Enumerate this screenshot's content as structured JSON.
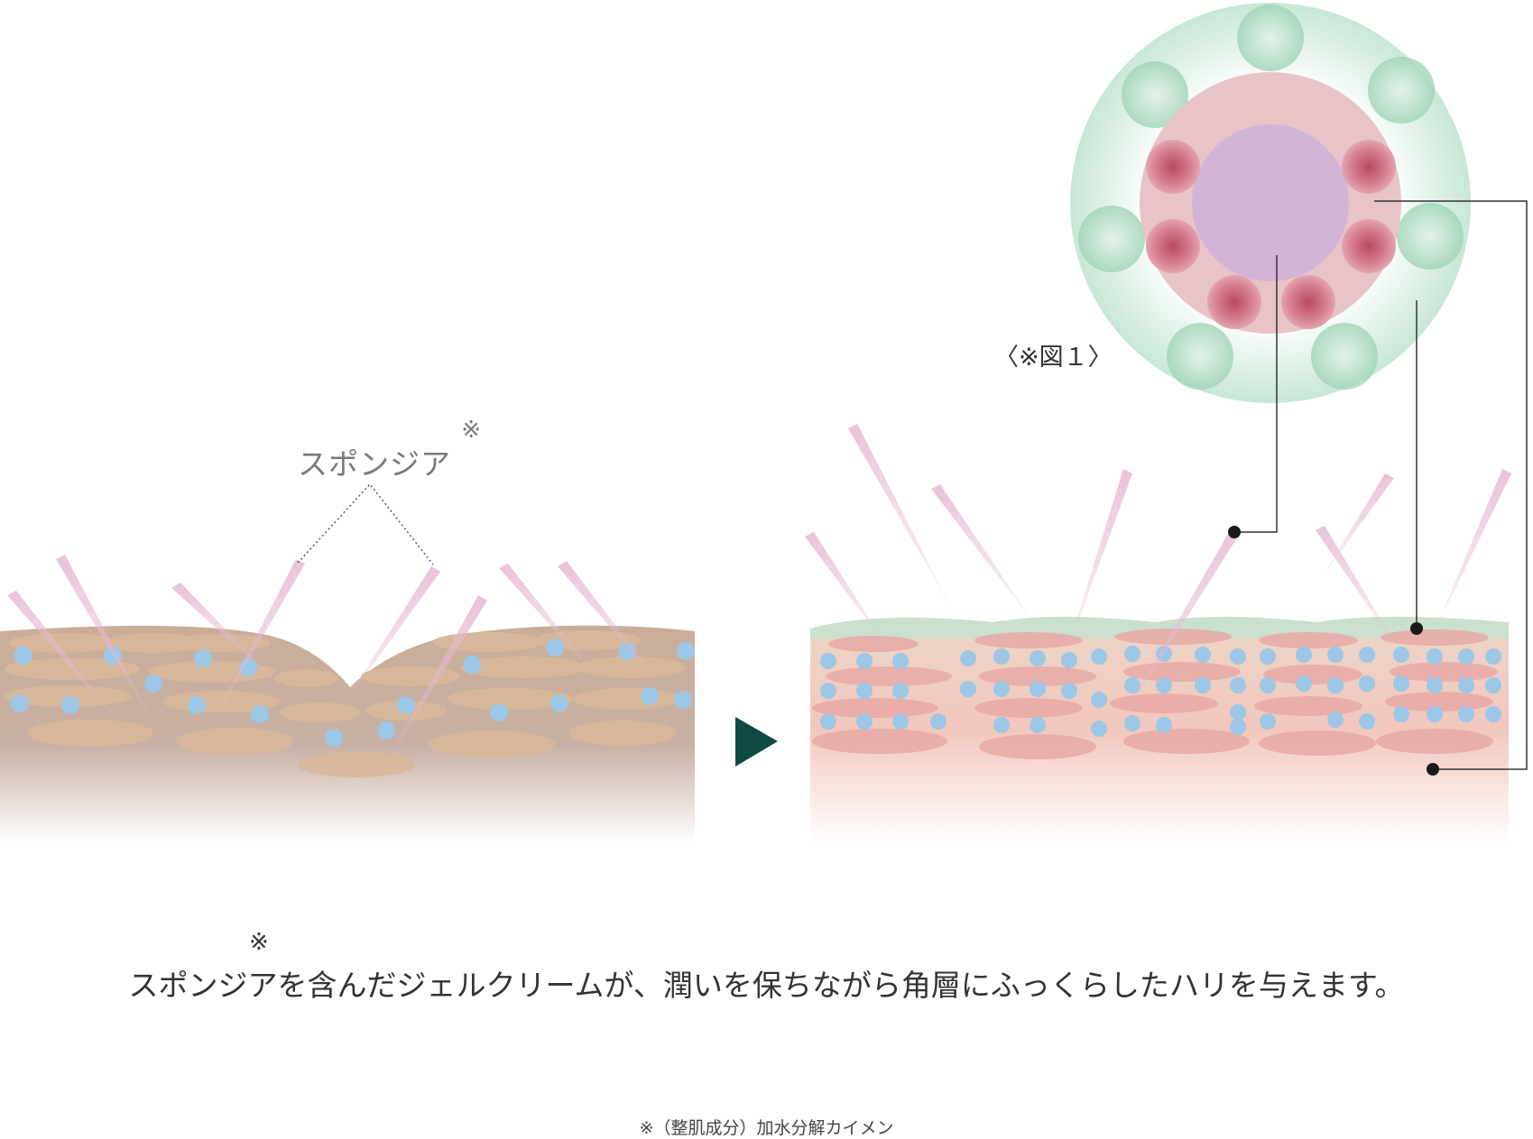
{
  "labels": {
    "sponge": "スポンジア",
    "sponge_mark": "※",
    "figure": "〈※図１〉",
    "caption_mark": "※",
    "caption": "スポンジアを含んだジェルクリームが、潤いを保ちながら角層にふっくらしたハリを与えます。",
    "footnote": "※（整肌成分）加水分解カイメン"
  },
  "colors": {
    "skin_before": "#c9b09c",
    "cell_before": "#d9b899",
    "skin_after": "#f0c8bc",
    "cell_after": "#e8aaa6",
    "dot": "#9cc7e6",
    "spike": "#dfb6cf",
    "arrow": "#0f4a43",
    "gel": "#bfe3d0",
    "capsule_inner": "#d2b4d6",
    "capsule_mid": "#e8c4c8",
    "capsule_dot": "#c45a6e"
  }
}
